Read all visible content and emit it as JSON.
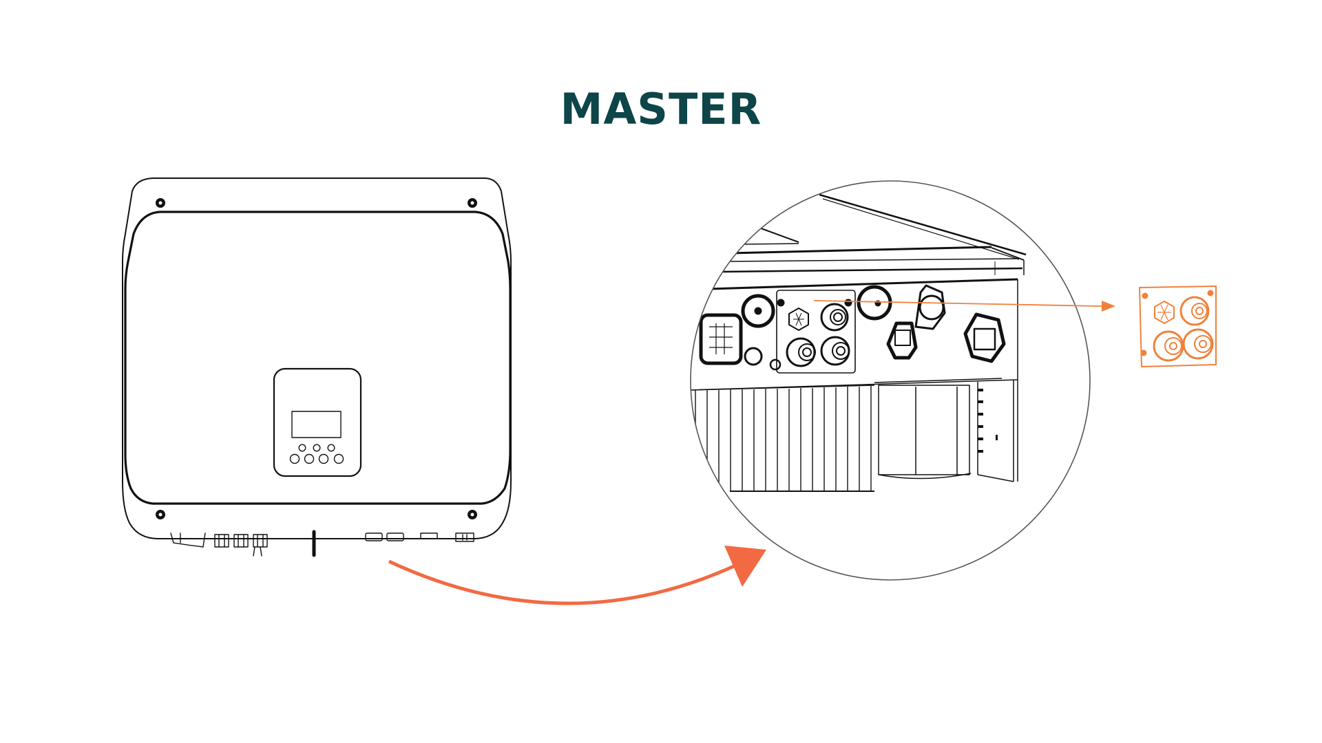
{
  "title": "MASTER",
  "colors": {
    "title": "#0d4548",
    "accent": "#f26a42",
    "highlight": "#f0813a",
    "line": "#111111"
  },
  "figures": {
    "inverter": "inverter-front-view",
    "zoom_detail": "inverter-bottom-ports-closeup",
    "highlighted_part": "cable-gland-plate"
  },
  "display_panel": {
    "small_buttons": 3,
    "large_buttons": 4
  }
}
